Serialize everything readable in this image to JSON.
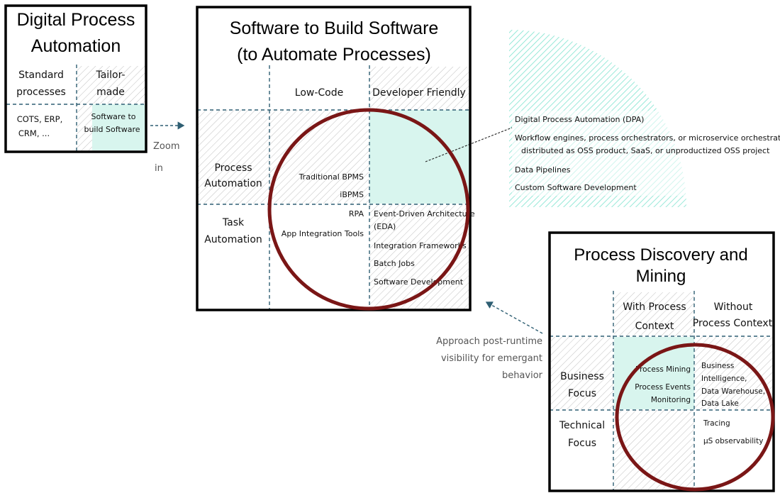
{
  "colors": {
    "accent_circle": "#7a1616",
    "grid_lines": "#2f5f73",
    "teal_fill": "#d8f5ee",
    "fan_hatch": "#7ee3cf"
  },
  "dpa_box": {
    "title_line1": "Digital Process",
    "title_line2": "Automation",
    "col1_line1": "Standard",
    "col1_line2": "processes",
    "col2_line1": "Tailor-",
    "col2_line2": "made",
    "cell1_line1": "COTS, ERP,",
    "cell1_line2": "CRM, ...",
    "cell2_line1": "Software to",
    "cell2_line2": "build Software"
  },
  "zoom_label": {
    "line1": "Zoom",
    "line2": "in"
  },
  "main_box": {
    "title_line1": "Software to Build Software",
    "title_line2": "(to Automate Processes)",
    "col_low_code": "Low-Code",
    "col_dev_friendly": "Developer Friendly",
    "row_process_line1": "Process",
    "row_process_line2": "Automation",
    "row_task_line1": "Task",
    "row_task_line2": "Automation",
    "lowcode_process_items": [
      "Traditional BPMS",
      "iBPMS"
    ],
    "lowcode_task_items": [
      "RPA",
      "App Integration Tools"
    ],
    "dev_task_items": [
      "Event-Driven Architecture",
      "(EDA)",
      "Integration Frameworks",
      "Batch Jobs",
      "Software Development"
    ]
  },
  "fan": {
    "items": [
      "Digital Process Automation (DPA)",
      "Workflow engines, process orchestrators, or microservice orchestrators",
      "distributed as OSS product, SaaS, or unproductized OSS project",
      "Data Pipelines",
      "Custom Software Development"
    ]
  },
  "approach_note": {
    "line1": "Approach post-runtime",
    "line2": "visibility for emergant",
    "line3": "behavior"
  },
  "mining_box": {
    "title_line1": "Process Discovery and",
    "title_line2": "Mining",
    "col_with_line1": "With Process",
    "col_with_line2": "Context",
    "col_without_line1": "Without",
    "col_without_line2": "Process Context",
    "row_business_line1": "Business",
    "row_business_line2": "Focus",
    "row_technical_line1": "Technical",
    "row_technical_line2": "Focus",
    "with_business_items": [
      "Process Mining",
      "Process Events",
      "Monitoring"
    ],
    "without_business_items": [
      "Business",
      "Intelligence,",
      "Data Warehouse,",
      "Data Lake"
    ],
    "without_technical_items": [
      "Tracing",
      "µS observability"
    ]
  }
}
